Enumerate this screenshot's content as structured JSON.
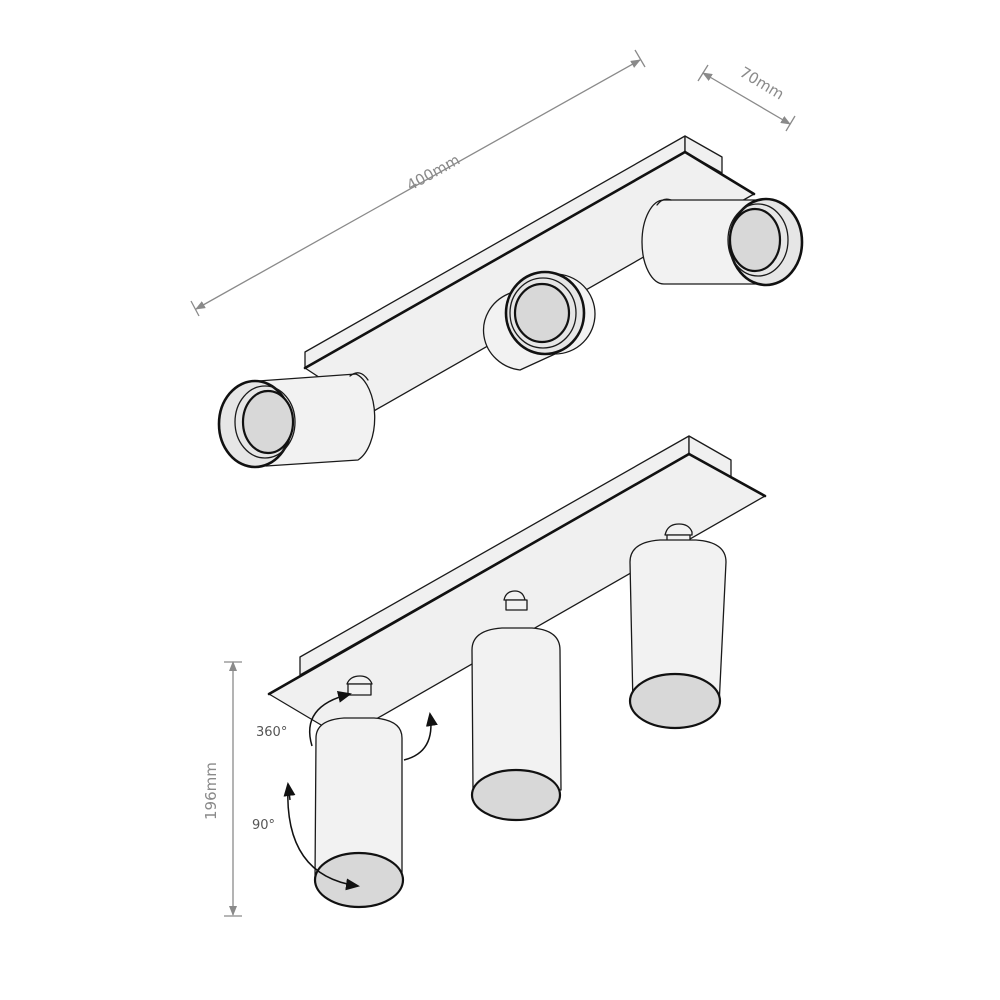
{
  "diagram": {
    "subject": "Three-light spotlight bar, technical line drawing",
    "colors": {
      "line": "#1a1a1a",
      "fill_body": "#f2f2f2",
      "fill_lens": "#d8d8d8",
      "dimension": "#8a8a8a",
      "background": "#ffffff"
    },
    "dimensions": {
      "length": "400mm",
      "width": "70mm",
      "height": "196mm"
    },
    "rotation_labels": {
      "horizontal": "360°",
      "vertical": "90°"
    },
    "views": [
      {
        "id": "top-view",
        "description": "Fixture with three spot heads angled horizontally",
        "heads": 3
      },
      {
        "id": "bottom-view",
        "description": "Fixture with three spot heads pointing downward",
        "heads": 3
      }
    ]
  }
}
